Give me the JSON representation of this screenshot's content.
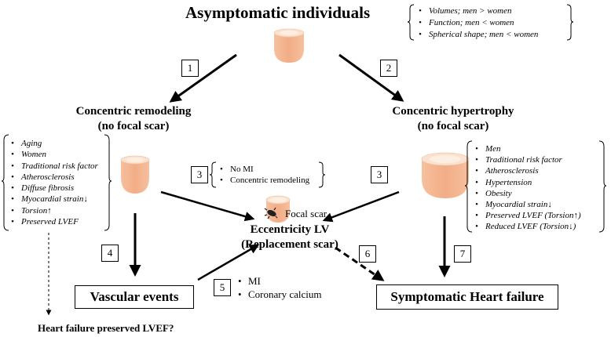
{
  "title": "Asymptomatic individuals",
  "sex_notes": [
    "Volumes; men > women",
    "Function; men < women",
    "Spherical shape; men < women"
  ],
  "steps": [
    "1",
    "2",
    "3",
    "3",
    "4",
    "5",
    "6",
    "7"
  ],
  "remodeling": {
    "title_line1": "Concentric remodeling",
    "title_line2": "(no focal scar)",
    "factors": [
      "Aging",
      "Women",
      "Traditional risk factor",
      "Atherosclerosis",
      "Diffuse fibrosis",
      "Myocardial strain↓",
      "Torsion↑",
      "Preserved LVEF"
    ]
  },
  "hypertrophy": {
    "title_line1": "Concentric hypertrophy",
    "title_line2": "(no focal scar)",
    "factors": [
      "Men",
      "Traditional risk factor",
      "Atherosclerosis",
      "Hypertension",
      "Obesity",
      "Myocardial strain↓",
      "Preserved LVEF (Torsion↑)",
      "Reduced LVEF (Torsion↓)"
    ]
  },
  "center_conditions": [
    "No MI",
    "Concentric remodeling"
  ],
  "focal_scar_label": "Focal scar",
  "eccentricity": {
    "line1": "Eccentricity LV",
    "line2": "(Replacement scar)"
  },
  "vascular_events": "Vascular events",
  "vascular_causes": [
    "MI",
    "Coronary calcium"
  ],
  "symptomatic_hf": "Symptomatic Heart failure",
  "hfpef_question": "Heart failure preserved LVEF?",
  "colors": {
    "heart_fill": "#f2b08a",
    "heart_rim": "#fbe2cf",
    "heart_inner": "#fdeee2",
    "scar": "#222222"
  }
}
